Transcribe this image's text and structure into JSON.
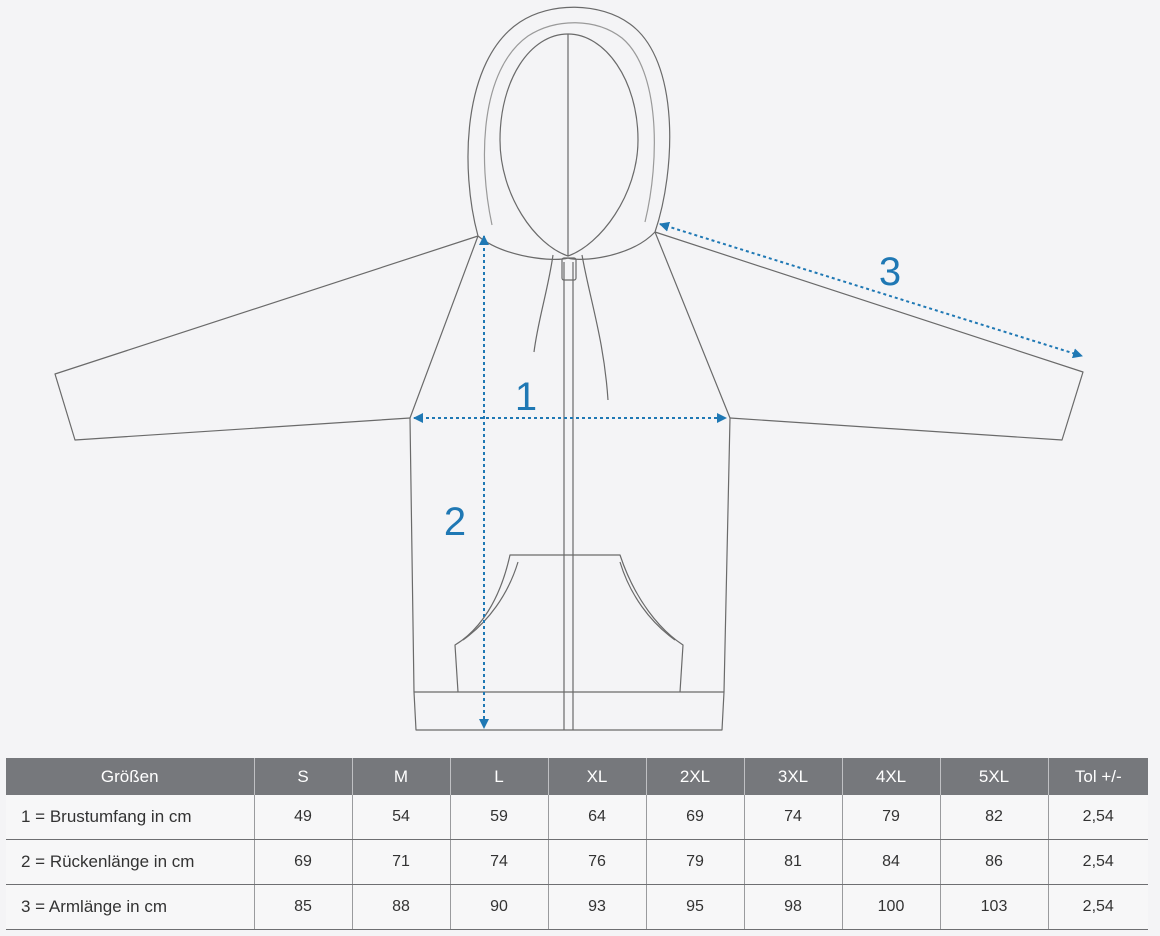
{
  "diagram": {
    "labels": {
      "chest": "1",
      "back_length": "2",
      "arm_length": "3"
    },
    "colors": {
      "outline": "#6a6a6a",
      "arrow": "#1f78b4",
      "background": "#f4f4f6"
    }
  },
  "table": {
    "header": {
      "label": "Größen",
      "sizes": [
        "S",
        "M",
        "L",
        "XL",
        "2XL",
        "3XL",
        "4XL",
        "5XL"
      ],
      "tolerance": "Tol +/-"
    },
    "rows": [
      {
        "label": "1 = Brustumfang in cm",
        "values": [
          "49",
          "54",
          "59",
          "64",
          "69",
          "74",
          "79",
          "82"
        ],
        "tolerance": "2,54"
      },
      {
        "label": "2 = Rückenlänge in cm",
        "values": [
          "69",
          "71",
          "74",
          "76",
          "79",
          "81",
          "84",
          "86"
        ],
        "tolerance": "2,54"
      },
      {
        "label": "3 = Armlänge in cm",
        "values": [
          "85",
          "88",
          "90",
          "93",
          "95",
          "98",
          "100",
          "103"
        ],
        "tolerance": "2,54"
      }
    ]
  }
}
